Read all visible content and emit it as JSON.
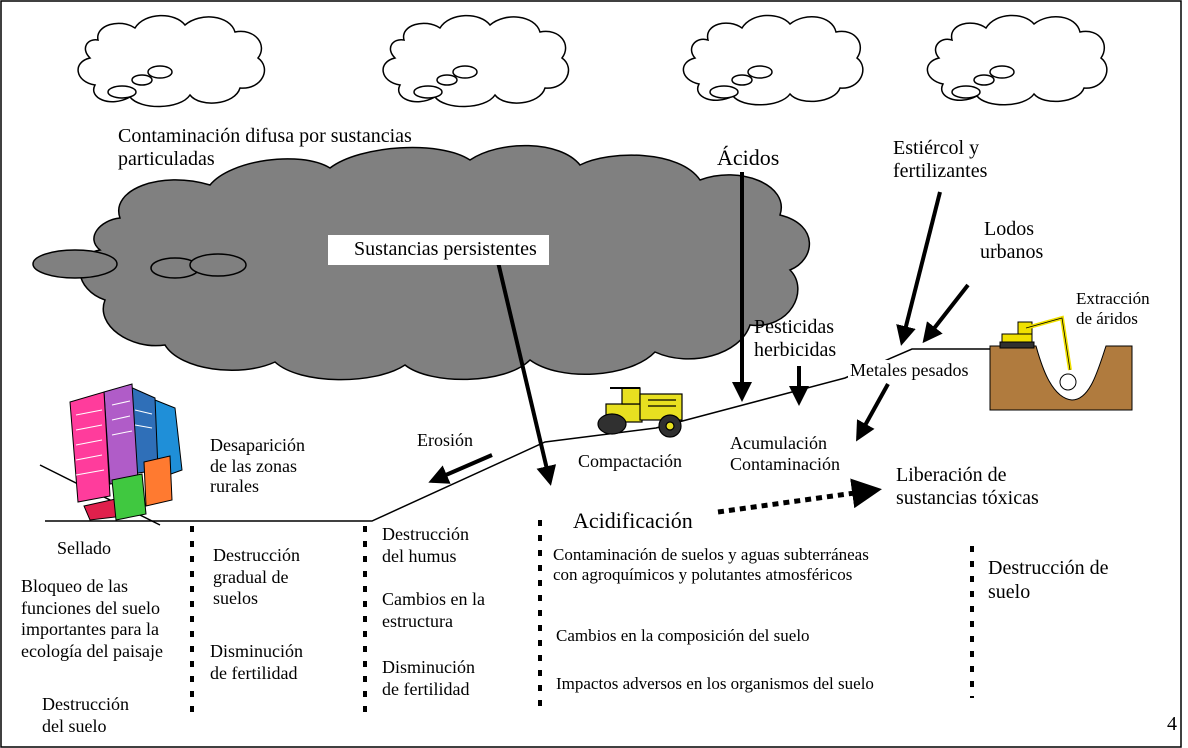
{
  "page_number": "4",
  "clouds": {
    "difusa": "Contaminación difusa por sustancias particuladas",
    "difusa_l1": "Contaminación difusa por sustancias",
    "difusa_l2": "particuladas",
    "persistentes": "Sustancias persistentes",
    "acidos": "Ácidos"
  },
  "inputs": {
    "estiercol_l1": "Estiércol y",
    "estiercol_l2": "fertilizantes",
    "lodos_l1": "Lodos",
    "lodos_l2": "urbanos",
    "extraccion_l1": "Extracción",
    "extraccion_l2": "de áridos",
    "pesticidas_l1": "Pesticidas",
    "pesticidas_l2": "herbicidas",
    "metales": "Metales pesados"
  },
  "processes": {
    "erosion": "Erosión",
    "compactacion": "Compactación",
    "acumulacion_l1": "Acumulación",
    "acumulacion_l2": "Contaminación",
    "desaparicion_l1": "Desaparición",
    "desaparicion_l2": "de las zonas",
    "desaparicion_l3": "rurales",
    "liberacion_l1": "Liberación de",
    "liberacion_l2": "sustancias tóxicas",
    "acidificacion": "Acidificación"
  },
  "columns": [
    {
      "id": "sellado",
      "items": [
        "Sellado",
        "Bloqueo de las funciones del suelo importantes para la ecología del paisaje",
        "Destrucción del suelo"
      ],
      "lines": {
        "bloqueo": [
          "Bloqueo de las",
          "funciones del suelo",
          "importantes para la",
          "ecología del paisaje"
        ],
        "destruccion": [
          "Destrucción",
          "del suelo"
        ]
      }
    },
    {
      "id": "rural",
      "items": [
        "Destrucción gradual de suelos",
        "Disminución de fertilidad"
      ],
      "lines": {
        "destruccion": [
          "Destrucción",
          "gradual de",
          "suelos"
        ],
        "disminucion": [
          "Disminución",
          "de fertilidad"
        ]
      }
    },
    {
      "id": "erosion",
      "items": [
        "Destrucción del humus",
        "Cambios en la estructura",
        "Disminución de fertilidad"
      ],
      "lines": {
        "humus": [
          "Destrucción",
          "del humus"
        ],
        "cambios": [
          "Cambios en la",
          "estructura"
        ],
        "disminucion": [
          "Disminución",
          "de fertilidad"
        ]
      }
    },
    {
      "id": "acidificacion",
      "items": [
        "Contaminación de suelos y aguas subterráneas con agroquímicos y polutantes atmosféricos",
        "Cambios en la composición del suelo",
        "Impactos adversos en los organismos del suelo"
      ],
      "lines": {
        "contaminacion": [
          "Contaminación de suelos y aguas subterráneas",
          "con agroquímicos y polutantes atmosféricos"
        ]
      }
    },
    {
      "id": "toxicas",
      "items": [
        "Destrucción de suelo"
      ],
      "lines": {
        "destruccion": [
          "Destrucción de",
          "suelo"
        ]
      }
    }
  ],
  "colors": {
    "big_cloud": "#808080",
    "outline": "#000000",
    "soil": "#b07b3e",
    "excavator": "#f0e000",
    "roller": "#e8e020"
  }
}
